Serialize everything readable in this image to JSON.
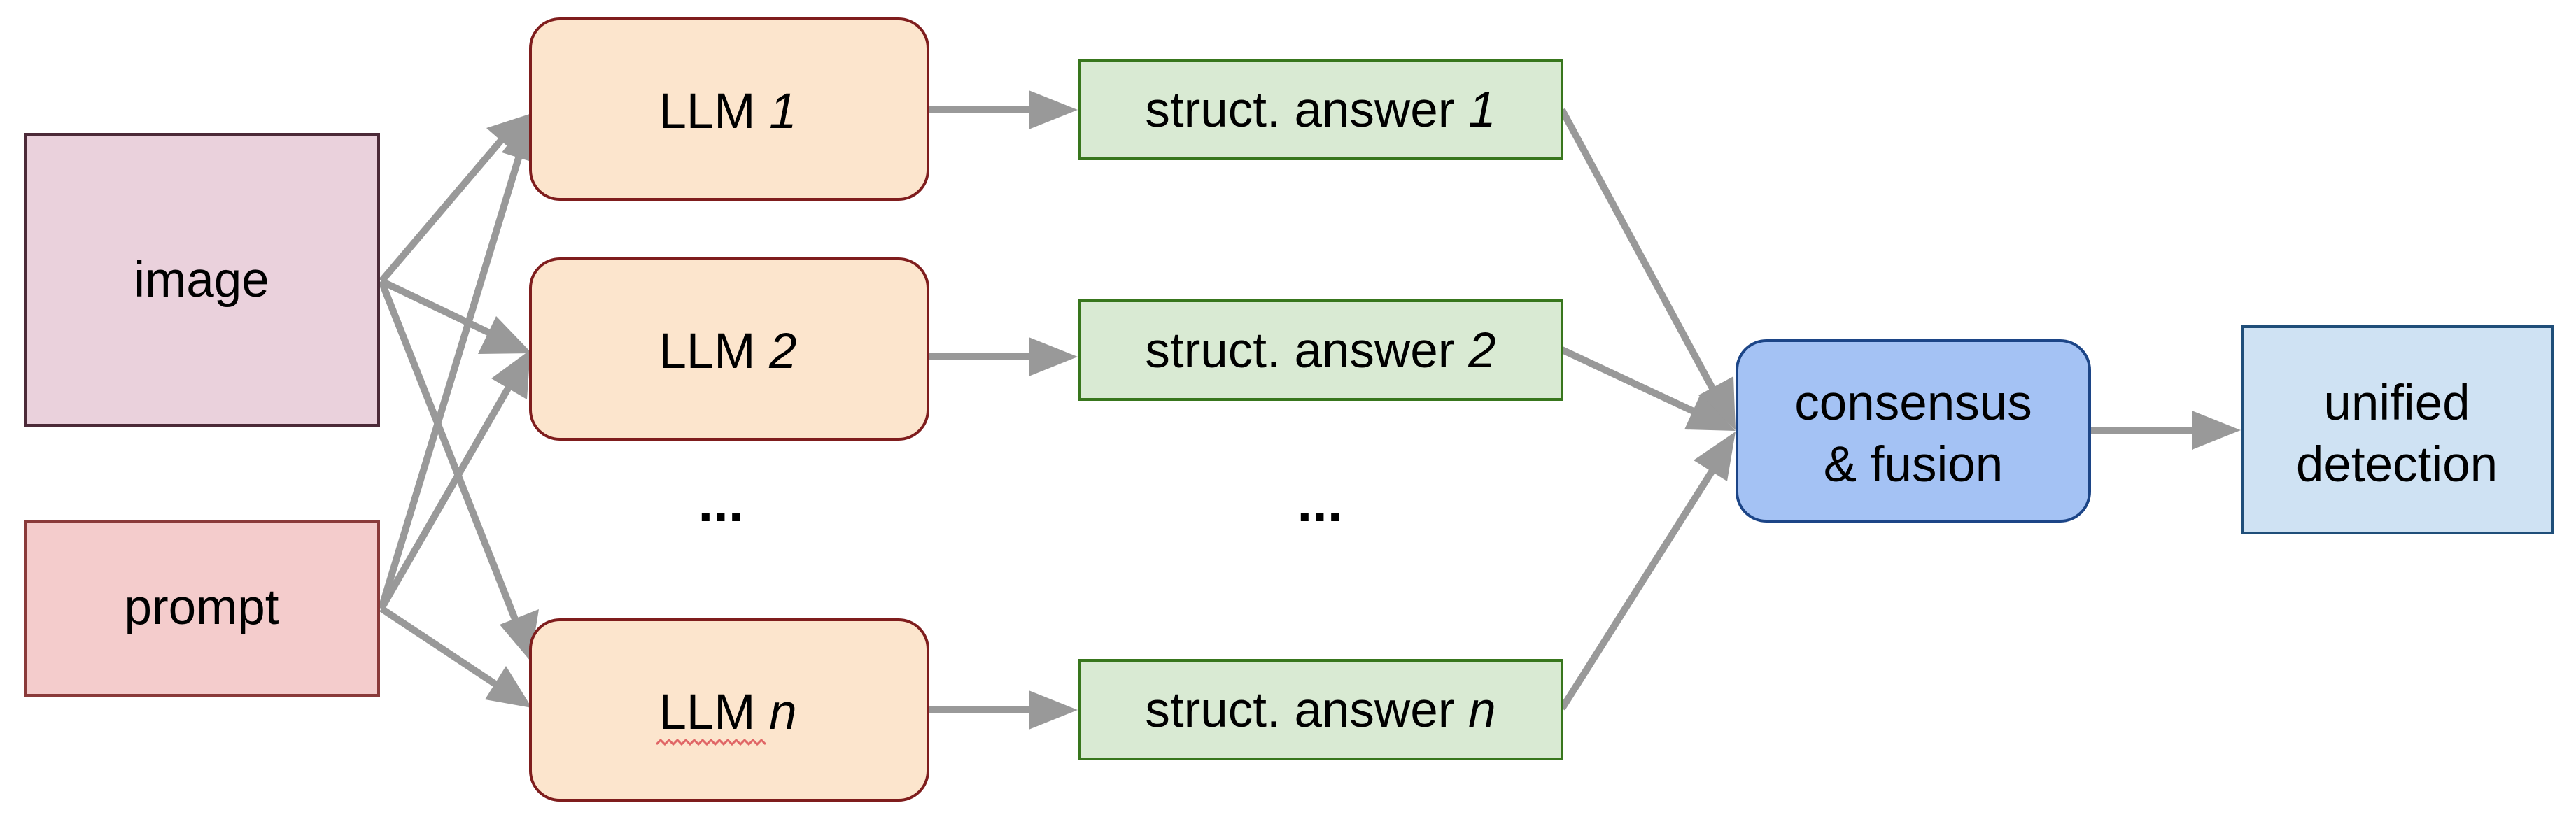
{
  "colors": {
    "image_fill": "#ead1dc",
    "image_stroke": "#4c2a38",
    "prompt_fill": "#f4cccc",
    "prompt_stroke": "#8a3a3a",
    "llm_fill": "#fce5cd",
    "llm_stroke": "#7f1d1d",
    "answer_fill": "#d9ead3",
    "answer_stroke": "#38761d",
    "consensus_fill": "#a4c2f4",
    "consensus_stroke": "#1c4587",
    "unified_fill": "#cfe2f3",
    "unified_stroke": "#1f4e79",
    "arrow": "#999999"
  },
  "inputs": {
    "image": "image",
    "prompt": "prompt"
  },
  "llms": [
    {
      "prefix": "LLM ",
      "index": "1"
    },
    {
      "prefix": "LLM ",
      "index": "2"
    },
    {
      "prefix": "LLM ",
      "index": "n"
    }
  ],
  "answers": [
    {
      "prefix": "struct. answer ",
      "index": "1"
    },
    {
      "prefix": "struct. answer ",
      "index": "2"
    },
    {
      "prefix": "struct. answer ",
      "index": "n"
    }
  ],
  "ellipsis": "...",
  "consensus": {
    "line1": "consensus",
    "line2": "& fusion"
  },
  "unified": {
    "line1": "unified",
    "line2": "detection"
  }
}
